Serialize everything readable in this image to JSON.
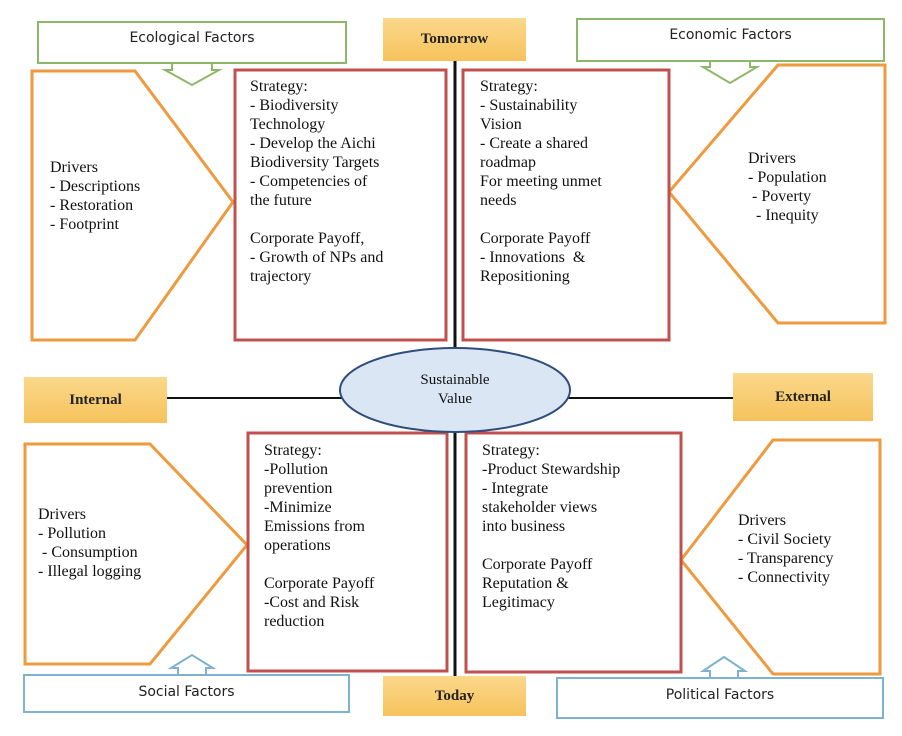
{
  "colors": {
    "factor_green": "#8db86a",
    "factor_blue": "#7fb2cf",
    "driver_orange": "#ee9a3f",
    "strategy_red": "#c0504d",
    "tag_fill": "#f8c96a",
    "ellipse_fill": "#dae6f3",
    "ellipse_stroke": "#2f4d7d"
  },
  "factors": {
    "ecological": "Ecological Factors",
    "economic": "Economic Factors",
    "social": "Social Factors",
    "political": "Political Factors"
  },
  "axes": {
    "top": "Tomorrow",
    "bottom": "Today",
    "left": "Internal",
    "right": "External"
  },
  "center": {
    "line1": "Sustainable",
    "line2": "Value"
  },
  "drivers": {
    "ecological": "Drivers\n- Descriptions\n- Restoration\n- Footprint",
    "economic": "Drivers\n- Population\n - Poverty\n  - Inequity",
    "social": "Drivers\n- Pollution\n - Consumption\n- Illegal logging",
    "political": "Drivers\n- Civil Society\n- Transparency\n- Connectivity"
  },
  "strategies": {
    "top_left": "Strategy:\n- Biodiversity\nTechnology\n- Develop the Aichi\nBiodiversity Targets\n- Competencies of\nthe future\n\nCorporate Payoff,\n- Growth of NPs and\ntrajectory",
    "top_right": "Strategy:\n- Sustainability\nVision\n- Create a shared\nroadmap\nFor meeting unmet\nneeds\n\nCorporate Payoff\n- Innovations  &\nRepositioning",
    "bottom_left": "Strategy:\n-Pollution\nprevention\n-Minimize\nEmissions from\noperations\n\nCorporate Payoff\n-Cost and Risk\nreduction",
    "bottom_right": "Strategy:\n-Product Stewardship\n- Integrate\nstakeholder views\ninto business\n\nCorporate Payoff\nReputation &\nLegitimacy"
  }
}
